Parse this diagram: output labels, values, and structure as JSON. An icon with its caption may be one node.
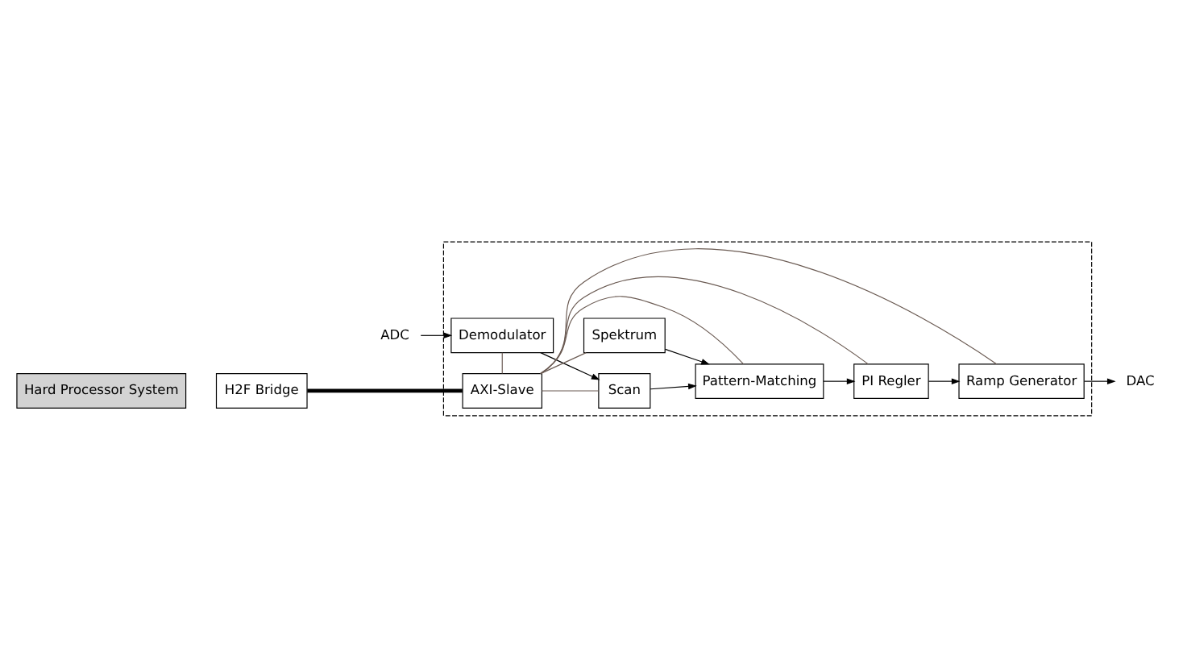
{
  "diagram": {
    "nodes": [
      {
        "text": [
          "ADC"
        ]
      },
      {
        "text": [
          "DAC"
        ]
      },
      {
        "text": [],
        "shape": "box"
      },
      {
        "text": [
          "Hard Processor System"
        ]
      },
      {
        "text": [
          "H2F Bridge"
        ]
      },
      {
        "text": [
          "Demodulator"
        ],
        "in": 2
      },
      {
        "text": [
          "Scan"
        ],
        "in": 2
      },
      {
        "text": [
          "Spektrum"
        ],
        "in": 2
      },
      {
        "text": [
          "Pattern-Matching"
        ],
        "in": 2
      },
      {
        "text": [
          "PI Regler"
        ],
        "in": 2
      },
      {
        "text": [
          "Ramp Generator"
        ],
        "in": 2
      },
      {
        "text": [
          "AXI-Slave"
        ],
        "in": 2
      }
    ],
    "edges": [
      {
        "from": 0,
        "to": 5,
        "arrow": "to"
      },
      {
        "from": 5,
        "to": 6,
        "arrow": "to"
      },
      {
        "from": 6,
        "to": 8,
        "arrow": "to"
      },
      {
        "from": 7,
        "to": 8,
        "arrow": "to"
      },
      {
        "from": 8,
        "to": 9,
        "arrow": "to"
      },
      {
        "from": 9,
        "to": 10,
        "arrow": "to"
      },
      {
        "from": 10,
        "to": 1,
        "arrow": "to"
      },
      {
        "from": 4,
        "to": 11,
        "arrow": "none",
        "style": "thick"
      },
      {
        "from": 11,
        "to": 5,
        "arrow": "none",
        "color": "#6b5b53"
      },
      {
        "from": 11,
        "to": 6,
        "arrow": "none",
        "color": "#6b5b53"
      },
      {
        "from": 11,
        "to": 7,
        "arrow": "none",
        "color": "#6b5b53"
      },
      {
        "from": 11,
        "to": 8,
        "arrow": "none",
        "color": "#6b5b53"
      },
      {
        "from": 11,
        "to": 9,
        "arrow": "none",
        "color": "#6b5b53"
      },
      {
        "from": 11,
        "to": 10,
        "arrow": "none",
        "color": "#6b5b53"
      }
    ]
  }
}
